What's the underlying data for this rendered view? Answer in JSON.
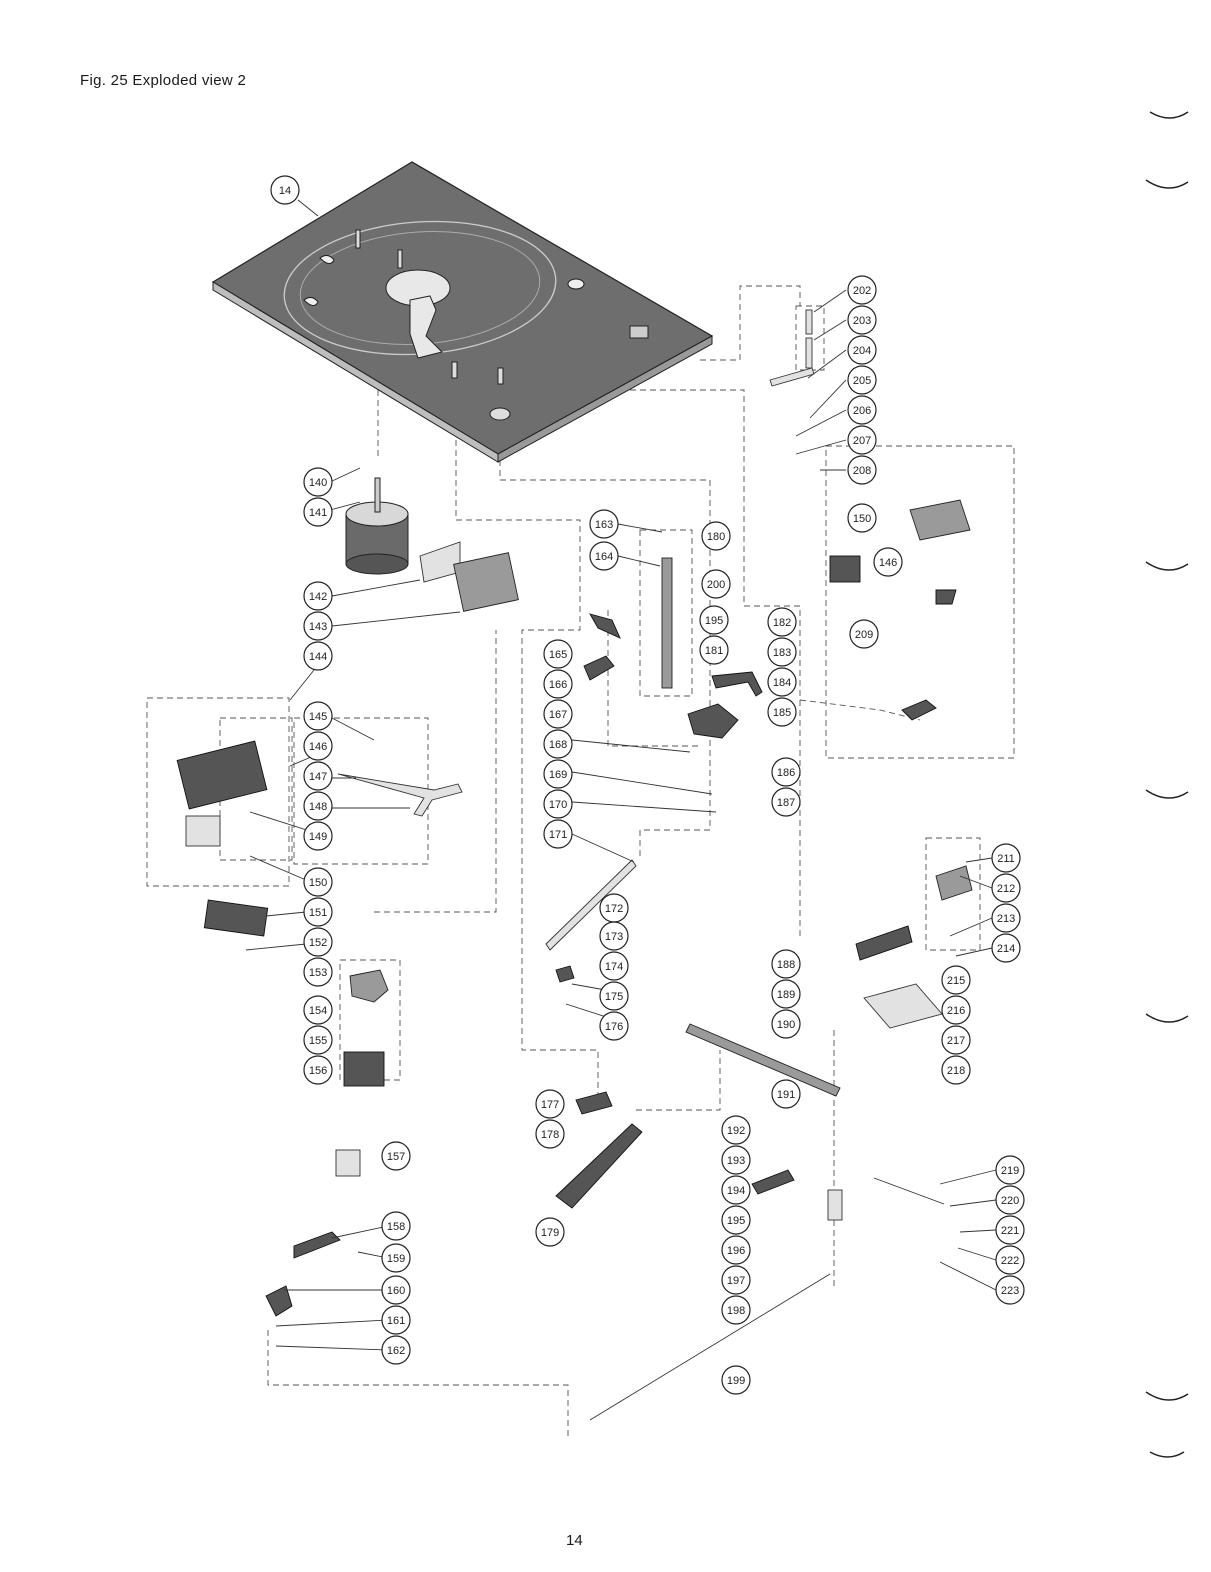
{
  "page": {
    "title": "Fig. 25  Exploded view 2",
    "page_number": "14"
  },
  "callouts": [
    "14",
    "140",
    "141",
    "142",
    "143",
    "144",
    "145",
    "146",
    "147",
    "148",
    "149",
    "150",
    "151",
    "152",
    "153",
    "154",
    "155",
    "156",
    "157",
    "158",
    "159",
    "160",
    "161",
    "162",
    "163",
    "164",
    "165",
    "166",
    "167",
    "168",
    "169",
    "170",
    "171",
    "172",
    "173",
    "174",
    "175",
    "176",
    "177",
    "178",
    "179",
    "180",
    "181",
    "182",
    "183",
    "184",
    "185",
    "186",
    "187",
    "188",
    "189",
    "190",
    "191",
    "192",
    "193",
    "194",
    "195",
    "196",
    "197",
    "198",
    "199",
    "200",
    "202",
    "203",
    "204",
    "205",
    "206",
    "207",
    "208",
    "209",
    "211",
    "212",
    "213",
    "214",
    "215",
    "216",
    "217",
    "218",
    "219",
    "220",
    "221",
    "222",
    "223"
  ],
  "colors": {
    "baseplate": "#6e6e6e",
    "ink": "#222222",
    "paper": "#ffffff"
  }
}
